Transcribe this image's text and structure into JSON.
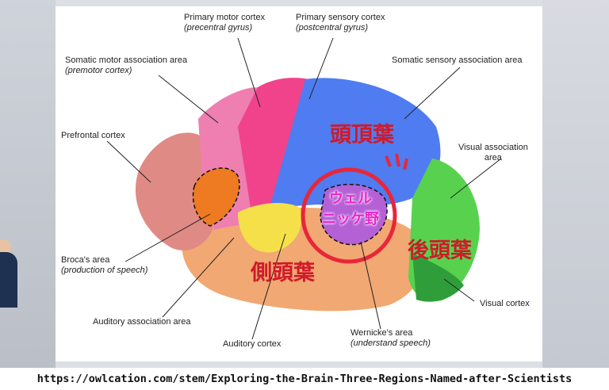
{
  "labels": {
    "primary_motor": "Primary motor cortex",
    "primary_motor_sub": "(precentral gyrus)",
    "primary_sensory": "Primary sensory cortex",
    "primary_sensory_sub": "(postcentral gyrus)",
    "somatic_motor_assoc": "Somatic motor association area",
    "somatic_motor_assoc_sub": "(premotor cortex)",
    "somatic_sensory_assoc": "Somatic sensory association area",
    "prefrontal": "Prefrontal cortex",
    "visual_assoc_1": "Visual association",
    "visual_assoc_2": "area",
    "broca": "Broca's area",
    "broca_sub": "(production of speech)",
    "auditory_assoc": "Auditory association area",
    "auditory": "Auditory cortex",
    "wernicke": "Wernicke's area",
    "wernicke_sub": "(understand speech)",
    "visual_cortex": "Visual cortex"
  },
  "japanese": {
    "parietal": "頭頂葉",
    "temporal": "側頭葉",
    "occipital": "後頭葉",
    "wernicke_1": "ウェル",
    "wernicke_2": "ニッケ野"
  },
  "source_url": "https://owlcation.com/stem/Exploring-the-Brain-Three-Regions-Named-after-Scientists",
  "colors": {
    "prefrontal": "#e08a86",
    "motor_assoc": "#ee7fb0",
    "primary_motor": "#f0438c",
    "sensory": "#4f7cf0",
    "visual": "#58d24e",
    "temporal": "#f1a872",
    "auditory": "#f6e04a",
    "broca": "#ee7a22",
    "annotation_red": "#d01a2a",
    "annotation_magenta": "#ee22cc"
  }
}
